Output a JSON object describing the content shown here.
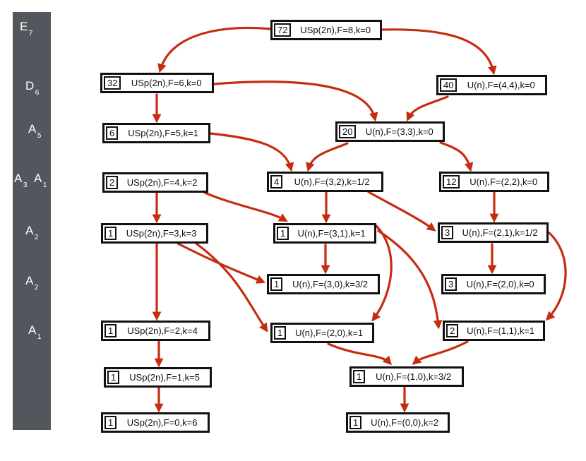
{
  "colors": {
    "arrow": "#c62d10",
    "sidebar_bg": "#53565c",
    "node_border": "#111111",
    "node_bg": "#ffffff"
  },
  "sidebar": {
    "labels": [
      {
        "base": "E",
        "sub": "7"
      },
      {
        "base": "D",
        "sub": "6"
      },
      {
        "base": "A",
        "sub": "5"
      },
      {
        "base": "A",
        "sub": "3"
      },
      {
        "base": "A",
        "sub": "1"
      },
      {
        "base": "A",
        "sub": "2"
      },
      {
        "base": "A",
        "sub": "2"
      },
      {
        "base": "A",
        "sub": "1"
      }
    ]
  },
  "diagram": {
    "nodes": [
      {
        "id": "usp-f8",
        "count": "72",
        "label": "USp(2n),F=8,k=0"
      },
      {
        "id": "usp-f6",
        "count": "32",
        "label": "USp(2n),F=6,k=0"
      },
      {
        "id": "u-44",
        "count": "40",
        "label": "U(n),F=(4,4),k=0"
      },
      {
        "id": "usp-f5",
        "count": "6",
        "label": "USp(2n),F=5,k=1"
      },
      {
        "id": "u-33",
        "count": "20",
        "label": "U(n),F=(3,3),k=0"
      },
      {
        "id": "usp-f4",
        "count": "2",
        "label": "USp(2n),F=4,k=2"
      },
      {
        "id": "u-32",
        "count": "4",
        "label": "U(n),F=(3,2),k=1/2"
      },
      {
        "id": "u-22",
        "count": "12",
        "label": "U(n),F=(2,2),k=0"
      },
      {
        "id": "usp-f3",
        "count": "1",
        "label": "USp(2n),F=3,k=3"
      },
      {
        "id": "u-31",
        "count": "1",
        "label": "U(n),F=(3,1),k=1"
      },
      {
        "id": "u-21",
        "count": "3",
        "label": "U(n),F=(2,1),k=1/2"
      },
      {
        "id": "u-30",
        "count": "1",
        "label": "U(n),F=(3,0),k=3/2"
      },
      {
        "id": "u-20k0",
        "count": "3",
        "label": "U(n),F=(2,0),k=0"
      },
      {
        "id": "usp-f2",
        "count": "1",
        "label": "USp(2n),F=2,k=4"
      },
      {
        "id": "u-20k1",
        "count": "1",
        "label": "U(n),F=(2,0),k=1"
      },
      {
        "id": "u-11",
        "count": "2",
        "label": "U(n),F=(1,1),k=1"
      },
      {
        "id": "usp-f1",
        "count": "1",
        "label": "USp(2n),F=1,k=5"
      },
      {
        "id": "u-10",
        "count": "1",
        "label": "U(n),F=(1,0),k=3/2"
      },
      {
        "id": "usp-f0",
        "count": "1",
        "label": "USp(2n),F=0,k=6"
      },
      {
        "id": "u-00",
        "count": "1",
        "label": "U(n),F=(0,0),k=2"
      }
    ],
    "edges": [
      {
        "from": "usp-f8",
        "to": "usp-f6"
      },
      {
        "from": "usp-f8",
        "to": "u-44"
      },
      {
        "from": "usp-f6",
        "to": "usp-f5"
      },
      {
        "from": "usp-f6",
        "to": "u-33"
      },
      {
        "from": "u-44",
        "to": "u-33"
      },
      {
        "from": "usp-f5",
        "to": "u-32"
      },
      {
        "from": "u-33",
        "to": "u-32"
      },
      {
        "from": "u-33",
        "to": "u-22"
      },
      {
        "from": "usp-f4",
        "to": "usp-f3"
      },
      {
        "from": "usp-f4",
        "to": "u-31"
      },
      {
        "from": "u-32",
        "to": "u-31"
      },
      {
        "from": "u-32",
        "to": "u-21"
      },
      {
        "from": "u-22",
        "to": "u-21"
      },
      {
        "from": "usp-f3",
        "to": "usp-f2"
      },
      {
        "from": "usp-f3",
        "to": "u-30"
      },
      {
        "from": "usp-f3",
        "to": "u-20k1"
      },
      {
        "from": "u-31",
        "to": "u-30"
      },
      {
        "from": "u-31",
        "to": "u-20k1"
      },
      {
        "from": "u-31",
        "to": "u-11"
      },
      {
        "from": "u-21",
        "to": "u-20k0"
      },
      {
        "from": "u-21",
        "to": "u-11"
      },
      {
        "from": "u-20k1",
        "to": "u-10"
      },
      {
        "from": "u-11",
        "to": "u-10"
      },
      {
        "from": "usp-f2",
        "to": "usp-f1"
      },
      {
        "from": "usp-f1",
        "to": "usp-f0"
      },
      {
        "from": "u-10",
        "to": "u-00"
      }
    ]
  }
}
